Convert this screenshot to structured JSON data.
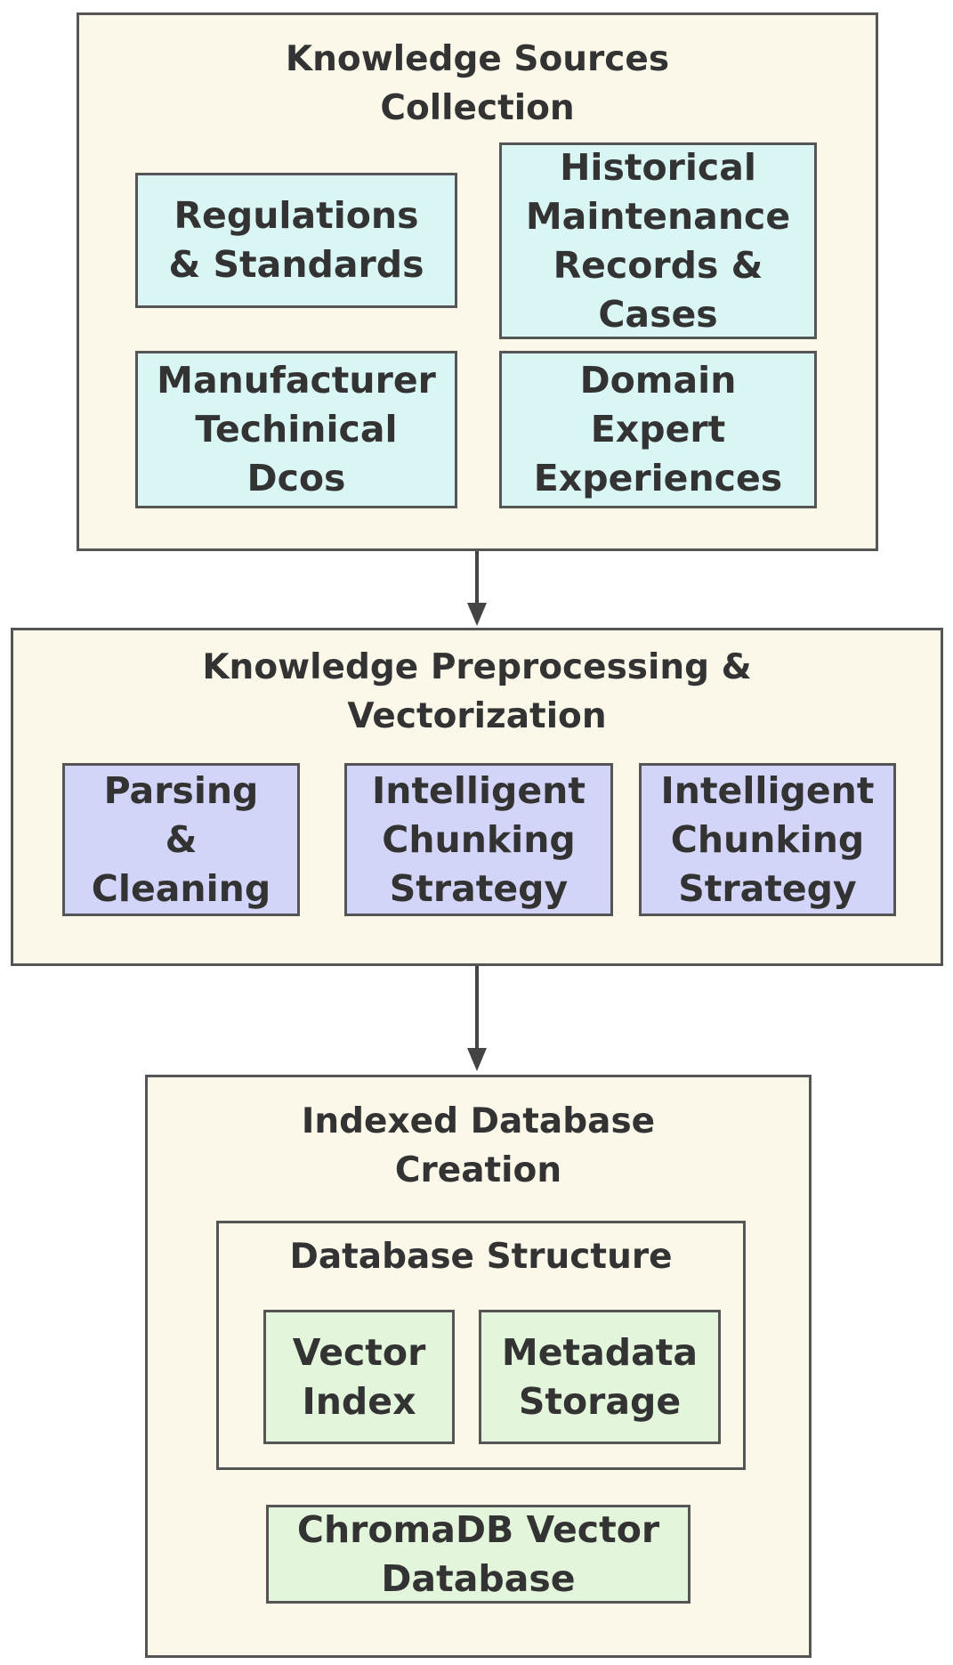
{
  "sources": {
    "title": "Knowledge Sources\nCollection",
    "regulations": "Regulations\n& Standards",
    "historical": "Historical\nMaintenance\nRecords &\nCases",
    "manufacturer": "Manufacturer\nTechinical\nDcos",
    "expert": "Domain\nExpert\nExperiences"
  },
  "preprocessing": {
    "title": "Knowledge Preprocessing &\nVectorization",
    "parsing": "Parsing\n&\nCleaning",
    "chunking_1": "Intelligent\nChunking\nStrategy",
    "chunking_2": "Intelligent\nChunking\nStrategy"
  },
  "database": {
    "title": "Indexed Database\nCreation",
    "structure_title": "Database Structure",
    "vector_index": "Vector\nIndex",
    "metadata_storage": "Metadata\nStorage",
    "chromadb": "ChromaDB Vector\nDatabase"
  },
  "colors": {
    "group_fill": "#fbf8ea",
    "source_fill": "#d9f5f4",
    "process_fill": "#d3d5f8",
    "database_fill": "#e3f6dc",
    "stroke": "#555555"
  }
}
